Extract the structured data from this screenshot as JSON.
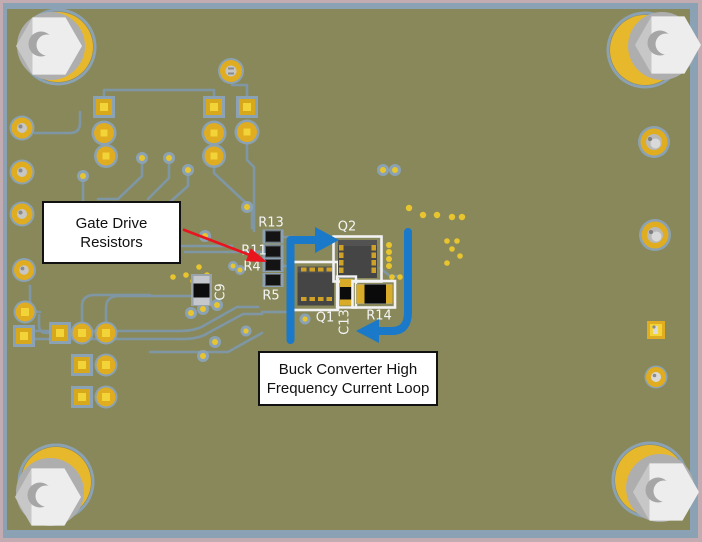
{
  "figure": {
    "type": "annotated-pcb-3d-render",
    "annotations": {
      "gate_drive_line1": "Gate Drive",
      "gate_drive_line2": "Resistors",
      "buck_line1": "Buck Converter High",
      "buck_line2": "Frequency Current Loop"
    },
    "silkscreen": {
      "r13": "R13",
      "r11": "R11",
      "r4": "R4",
      "r5": "R5",
      "q2": "Q2",
      "q1": "Q1",
      "c13": "C13",
      "r14": "R14",
      "c9": "C9"
    },
    "colors": {
      "board": "#8a8a5c",
      "board_edge": "#8ba2b4",
      "frame": "#c2abb1",
      "trace": "#7f96a5",
      "pad_gold": "#e0ac20",
      "pad_gold_bright": "#f2d438",
      "silkscreen_white": "#f4f4f4",
      "ic_body": "#454545",
      "loop_arrow_blue": "#1a79c8",
      "callout_arrow_red": "#e8141e"
    }
  }
}
